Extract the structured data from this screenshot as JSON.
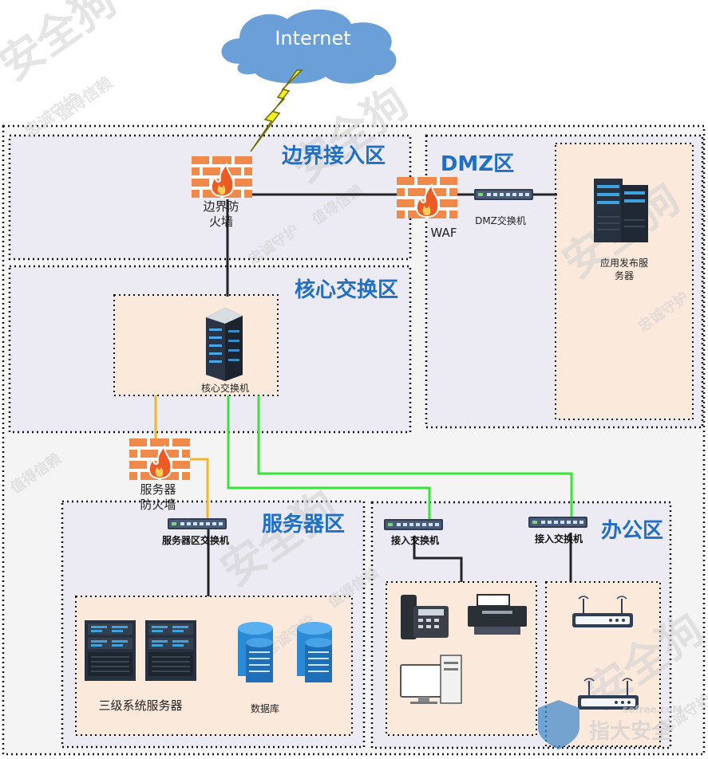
{
  "internet": {
    "label": "Internet"
  },
  "zones": {
    "border": "边界接入区",
    "dmz": "DMZ区",
    "core": "核心交换区",
    "server": "服务器区",
    "office": "办公区"
  },
  "devices": {
    "border_firewall": [
      "边界防",
      "火墙"
    ],
    "waf": "WAF",
    "dmz_switch": "DMZ交换机",
    "app_server": [
      "应用发布服",
      "务器"
    ],
    "core_switch": "核心交换机",
    "server_firewall": [
      "服务器",
      "防火墙"
    ],
    "server_zone_switch": "服务器区交换机",
    "access_switch_1": "接入交换机",
    "access_switch_2": "接入交换机",
    "class3_servers": "三级系统服务器",
    "database": "数据库"
  },
  "watermark": {
    "texts": [
      "安全狗",
      "忠诚守护",
      "值得信赖",
      "指大安全",
      "sefree.coM"
    ]
  },
  "colors": {
    "zone_title": "#1f6fc5",
    "firewall": "#f08a4b",
    "cloud": "#6a9fd8",
    "link_black": "#222222",
    "link_orange": "#f2b531",
    "link_green": "#35e635",
    "inner_fill": "#fbe9dc",
    "zone_fill": "#ecebf3"
  },
  "icons": {
    "firewall": "firewall-icon",
    "switch": "switch-icon",
    "server": "server-rack-icon",
    "database": "database-icon",
    "phone": "phone-icon",
    "printer": "printer-icon",
    "pc": "desktop-pc-icon",
    "wifi": "wifi-router-icon",
    "cloud": "cloud-icon",
    "lightning": "lightning-icon"
  }
}
